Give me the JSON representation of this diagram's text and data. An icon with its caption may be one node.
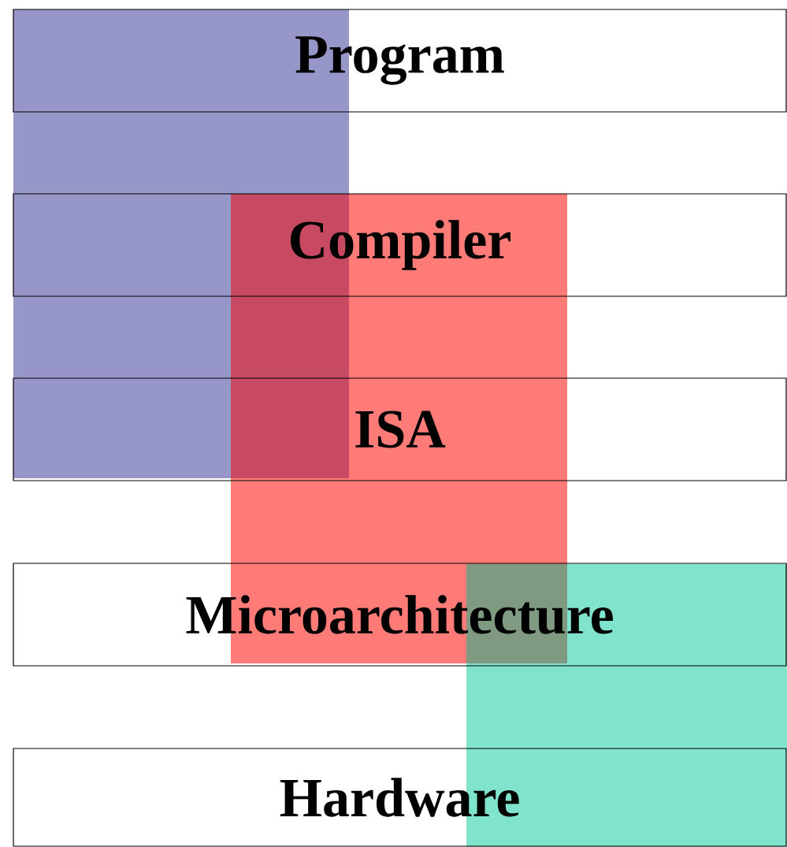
{
  "diagram": {
    "nodes": [
      {
        "text": [
          "Program"
        ]
      },
      {
        "text": [
          "Compiler"
        ]
      },
      {
        "text": [
          "ISA"
        ]
      },
      {
        "text": [
          "Microarchitecture"
        ]
      },
      {
        "text": [
          "Hardware"
        ]
      }
    ]
  }
}
